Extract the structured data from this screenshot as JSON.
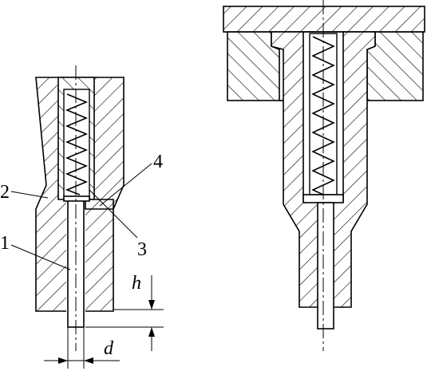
{
  "labels": {
    "part1": "1",
    "part2": "2",
    "part3": "3",
    "part4": "4",
    "dim_h": "h",
    "dim_d": "d"
  },
  "colors": {
    "line": "#000000",
    "background": "#ffffff"
  }
}
